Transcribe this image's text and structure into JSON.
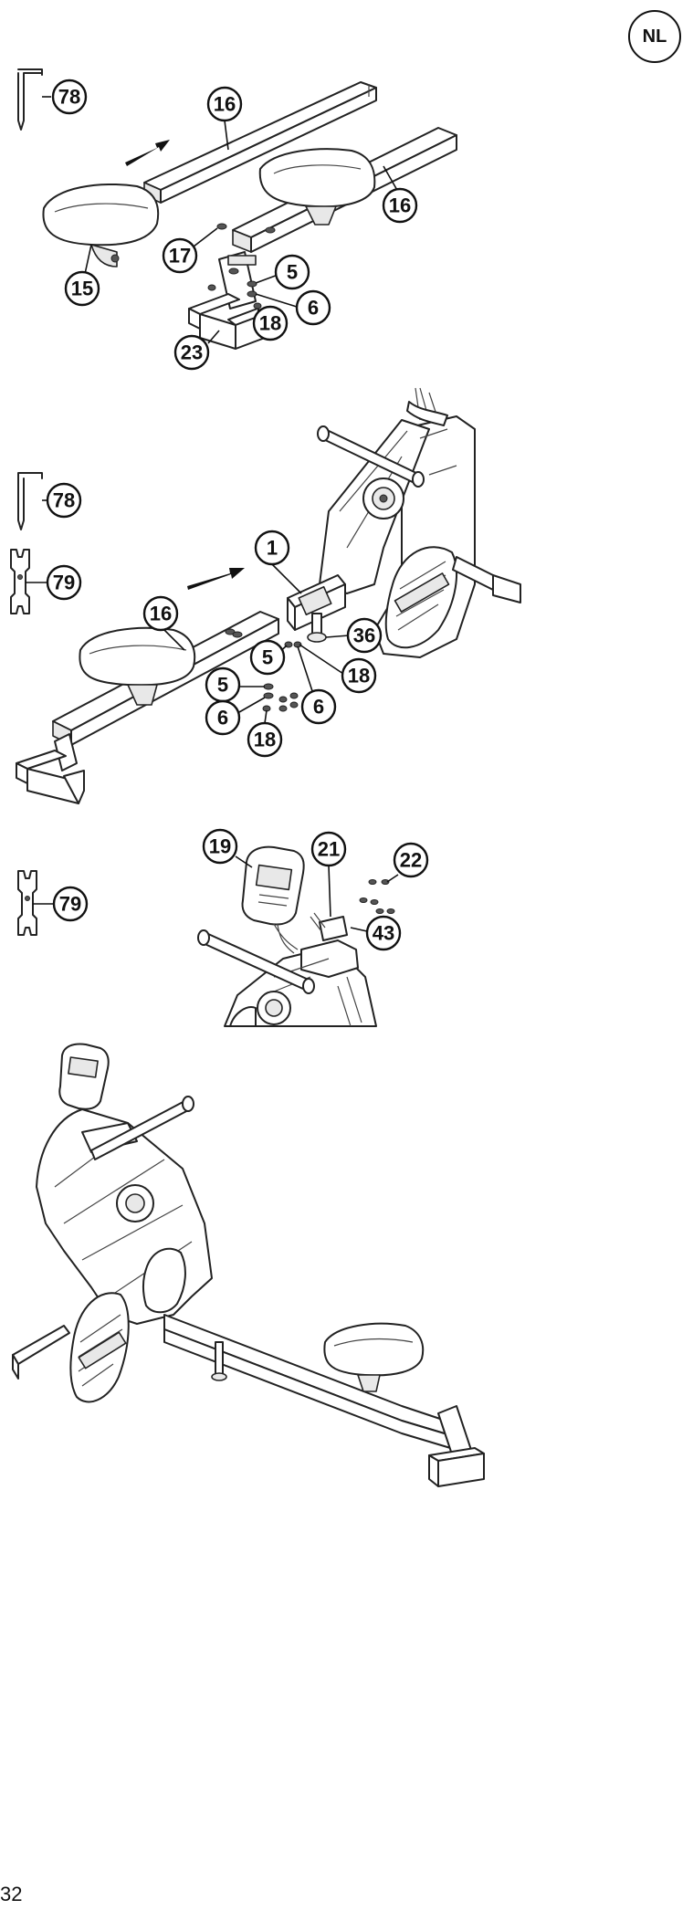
{
  "language_badge": "NL",
  "page_number": "32",
  "steps": [
    {
      "id": "step1",
      "callouts": [
        {
          "id": "c1-78",
          "label": "78"
        },
        {
          "id": "c1-16a",
          "label": "16"
        },
        {
          "id": "c1-16b",
          "label": "16"
        },
        {
          "id": "c1-17",
          "label": "17"
        },
        {
          "id": "c1-15",
          "label": "15"
        },
        {
          "id": "c1-5",
          "label": "5"
        },
        {
          "id": "c1-6",
          "label": "6"
        },
        {
          "id": "c1-18",
          "label": "18"
        },
        {
          "id": "c1-23",
          "label": "23"
        }
      ]
    },
    {
      "id": "step2",
      "callouts": [
        {
          "id": "c2-78",
          "label": "78"
        },
        {
          "id": "c2-79",
          "label": "79"
        },
        {
          "id": "c2-1",
          "label": "1"
        },
        {
          "id": "c2-16",
          "label": "16"
        },
        {
          "id": "c2-36",
          "label": "36"
        },
        {
          "id": "c2-5a",
          "label": "5"
        },
        {
          "id": "c2-18a",
          "label": "18"
        },
        {
          "id": "c2-5b",
          "label": "5"
        },
        {
          "id": "c2-6a",
          "label": "6"
        },
        {
          "id": "c2-6b",
          "label": "6"
        },
        {
          "id": "c2-18b",
          "label": "18"
        }
      ]
    },
    {
      "id": "step3",
      "callouts": [
        {
          "id": "c3-79",
          "label": "79"
        },
        {
          "id": "c3-19",
          "label": "19"
        },
        {
          "id": "c3-21",
          "label": "21"
        },
        {
          "id": "c3-22",
          "label": "22"
        },
        {
          "id": "c3-43",
          "label": "43"
        }
      ]
    }
  ]
}
